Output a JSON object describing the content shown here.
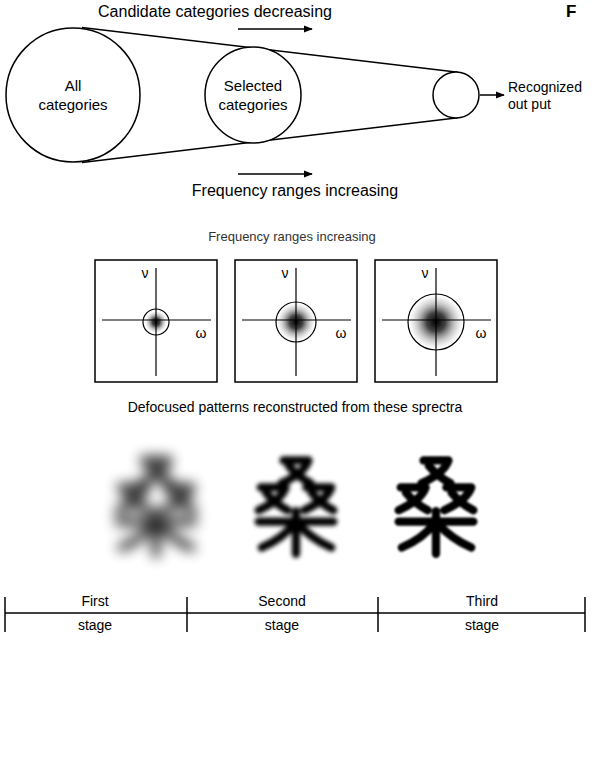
{
  "diagram": {
    "nodes": [
      {
        "text": [
          "All categories"
        ]
      },
      {
        "text": [
          "Selected categories"
        ]
      }
    ],
    "labels": [
      "Candidate categories decreasing",
      "F",
      "Recognized out put",
      "Frequency ranges increasing",
      "Frequency ranges increasing",
      "ν",
      "ω",
      "ν",
      "ω",
      "ν",
      "ω",
      "Defocused patterns reconstructed from these sprectra",
      "First stage",
      "Second stage",
      "Third stage"
    ]
  }
}
